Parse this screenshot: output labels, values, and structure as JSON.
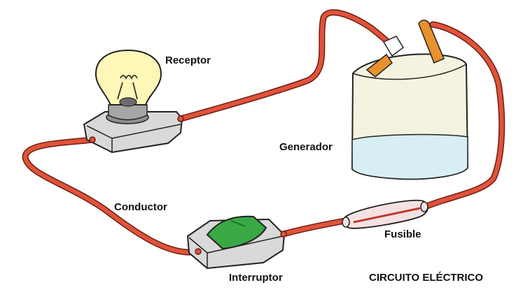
{
  "labels": {
    "receptor": "Receptor",
    "generador": "Generador",
    "conductor": "Conductor",
    "fusible": "Fusible",
    "interruptor": "Interruptor",
    "title": "CIRCUITO ELÉCTRICO"
  },
  "colors": {
    "wire": "#e0533a",
    "wire_outline": "#6b1d12",
    "battery_body": "#f3f3e0",
    "battery_bottom": "#d7eef3",
    "battery_terminal": "#e8912e",
    "switch_green": "#3aa845",
    "bulb_glass": "#fff7b8",
    "base_gray": "#d9d9d9"
  }
}
